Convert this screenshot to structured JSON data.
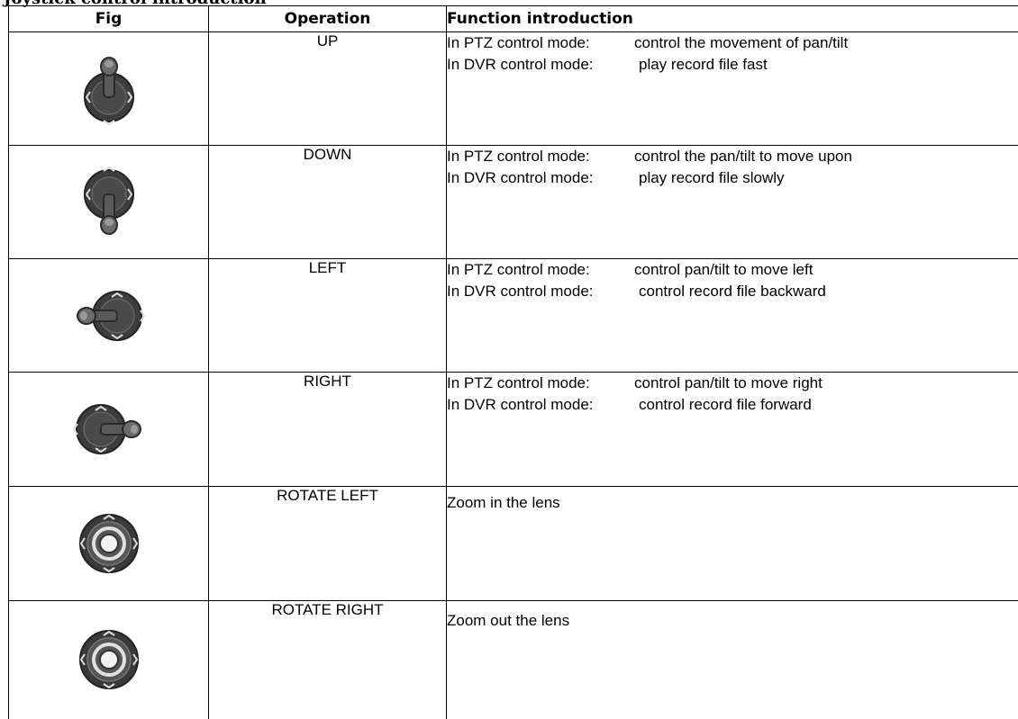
{
  "page_title": "Joystick control introduction",
  "headers": {
    "fig": "Fig",
    "operation": "Operation",
    "function": "Function introduction"
  },
  "rows": [
    {
      "icon": "joystick-up-icon",
      "operation": "UP",
      "lines": [
        {
          "label": "In PTZ control mode:",
          "text": "control the movement of pan/tilt"
        },
        {
          "label": "In DVR control mode:",
          "text": "play record file fast"
        }
      ]
    },
    {
      "icon": "joystick-down-icon",
      "operation": "DOWN",
      "lines": [
        {
          "label": "In PTZ control mode:",
          "text": "control the pan/tilt to move upon"
        },
        {
          "label": "In DVR control mode:",
          "text": "play record file slowly"
        }
      ]
    },
    {
      "icon": "joystick-left-icon",
      "operation": "LEFT",
      "lines": [
        {
          "label": "In PTZ control mode:",
          "text": "control pan/tilt to move left"
        },
        {
          "label": "In DVR control mode:",
          "text": "control record file backward"
        }
      ]
    },
    {
      "icon": "joystick-right-icon",
      "operation": "RIGHT",
      "lines": [
        {
          "label": "In PTZ control mode:",
          "text": "control pan/tilt to move right"
        },
        {
          "label": "In DVR control mode:",
          "text": "control record file forward"
        }
      ]
    },
    {
      "icon": "joystick-rotate-left-icon",
      "operation": "ROTATE LEFT",
      "lines": [
        {
          "label": "Zoom in the lens",
          "text": ""
        }
      ]
    },
    {
      "icon": "joystick-rotate-right-icon",
      "operation": "ROTATE RIGHT",
      "lines": [
        {
          "label": "Zoom out the lens",
          "text": ""
        }
      ]
    }
  ]
}
